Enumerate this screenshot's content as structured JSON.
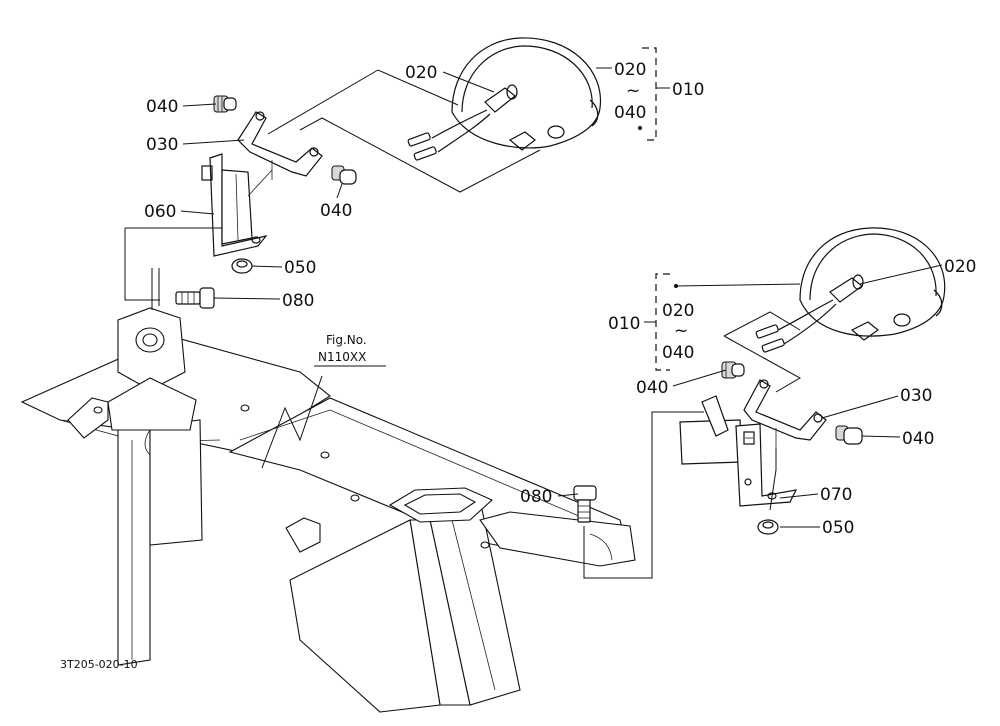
{
  "callouts": {
    "lamp_left": "020",
    "bolt_a_left": "040",
    "bracket_left": "030",
    "bolt_b_left": "040",
    "stay_left": "060",
    "nut_left": "050",
    "bolt_stay_left": "080",
    "assembly_left": "010",
    "range_from_left": "020",
    "range_sep_left": "~",
    "range_to_left": "040",
    "lamp_right": "020",
    "assembly_right": "010",
    "range_from_right": "020",
    "range_sep_right": "~",
    "range_to_right": "040",
    "bolt_a_right": "040",
    "bracket_right": "030",
    "bolt_b_right": "040",
    "bolt_stay_right": "080",
    "stay_right": "070",
    "nut_right": "050"
  },
  "figure_ref": {
    "line1": "Fig.No.",
    "line2": "N110XX"
  },
  "drawing_number": "3T205-020-10"
}
